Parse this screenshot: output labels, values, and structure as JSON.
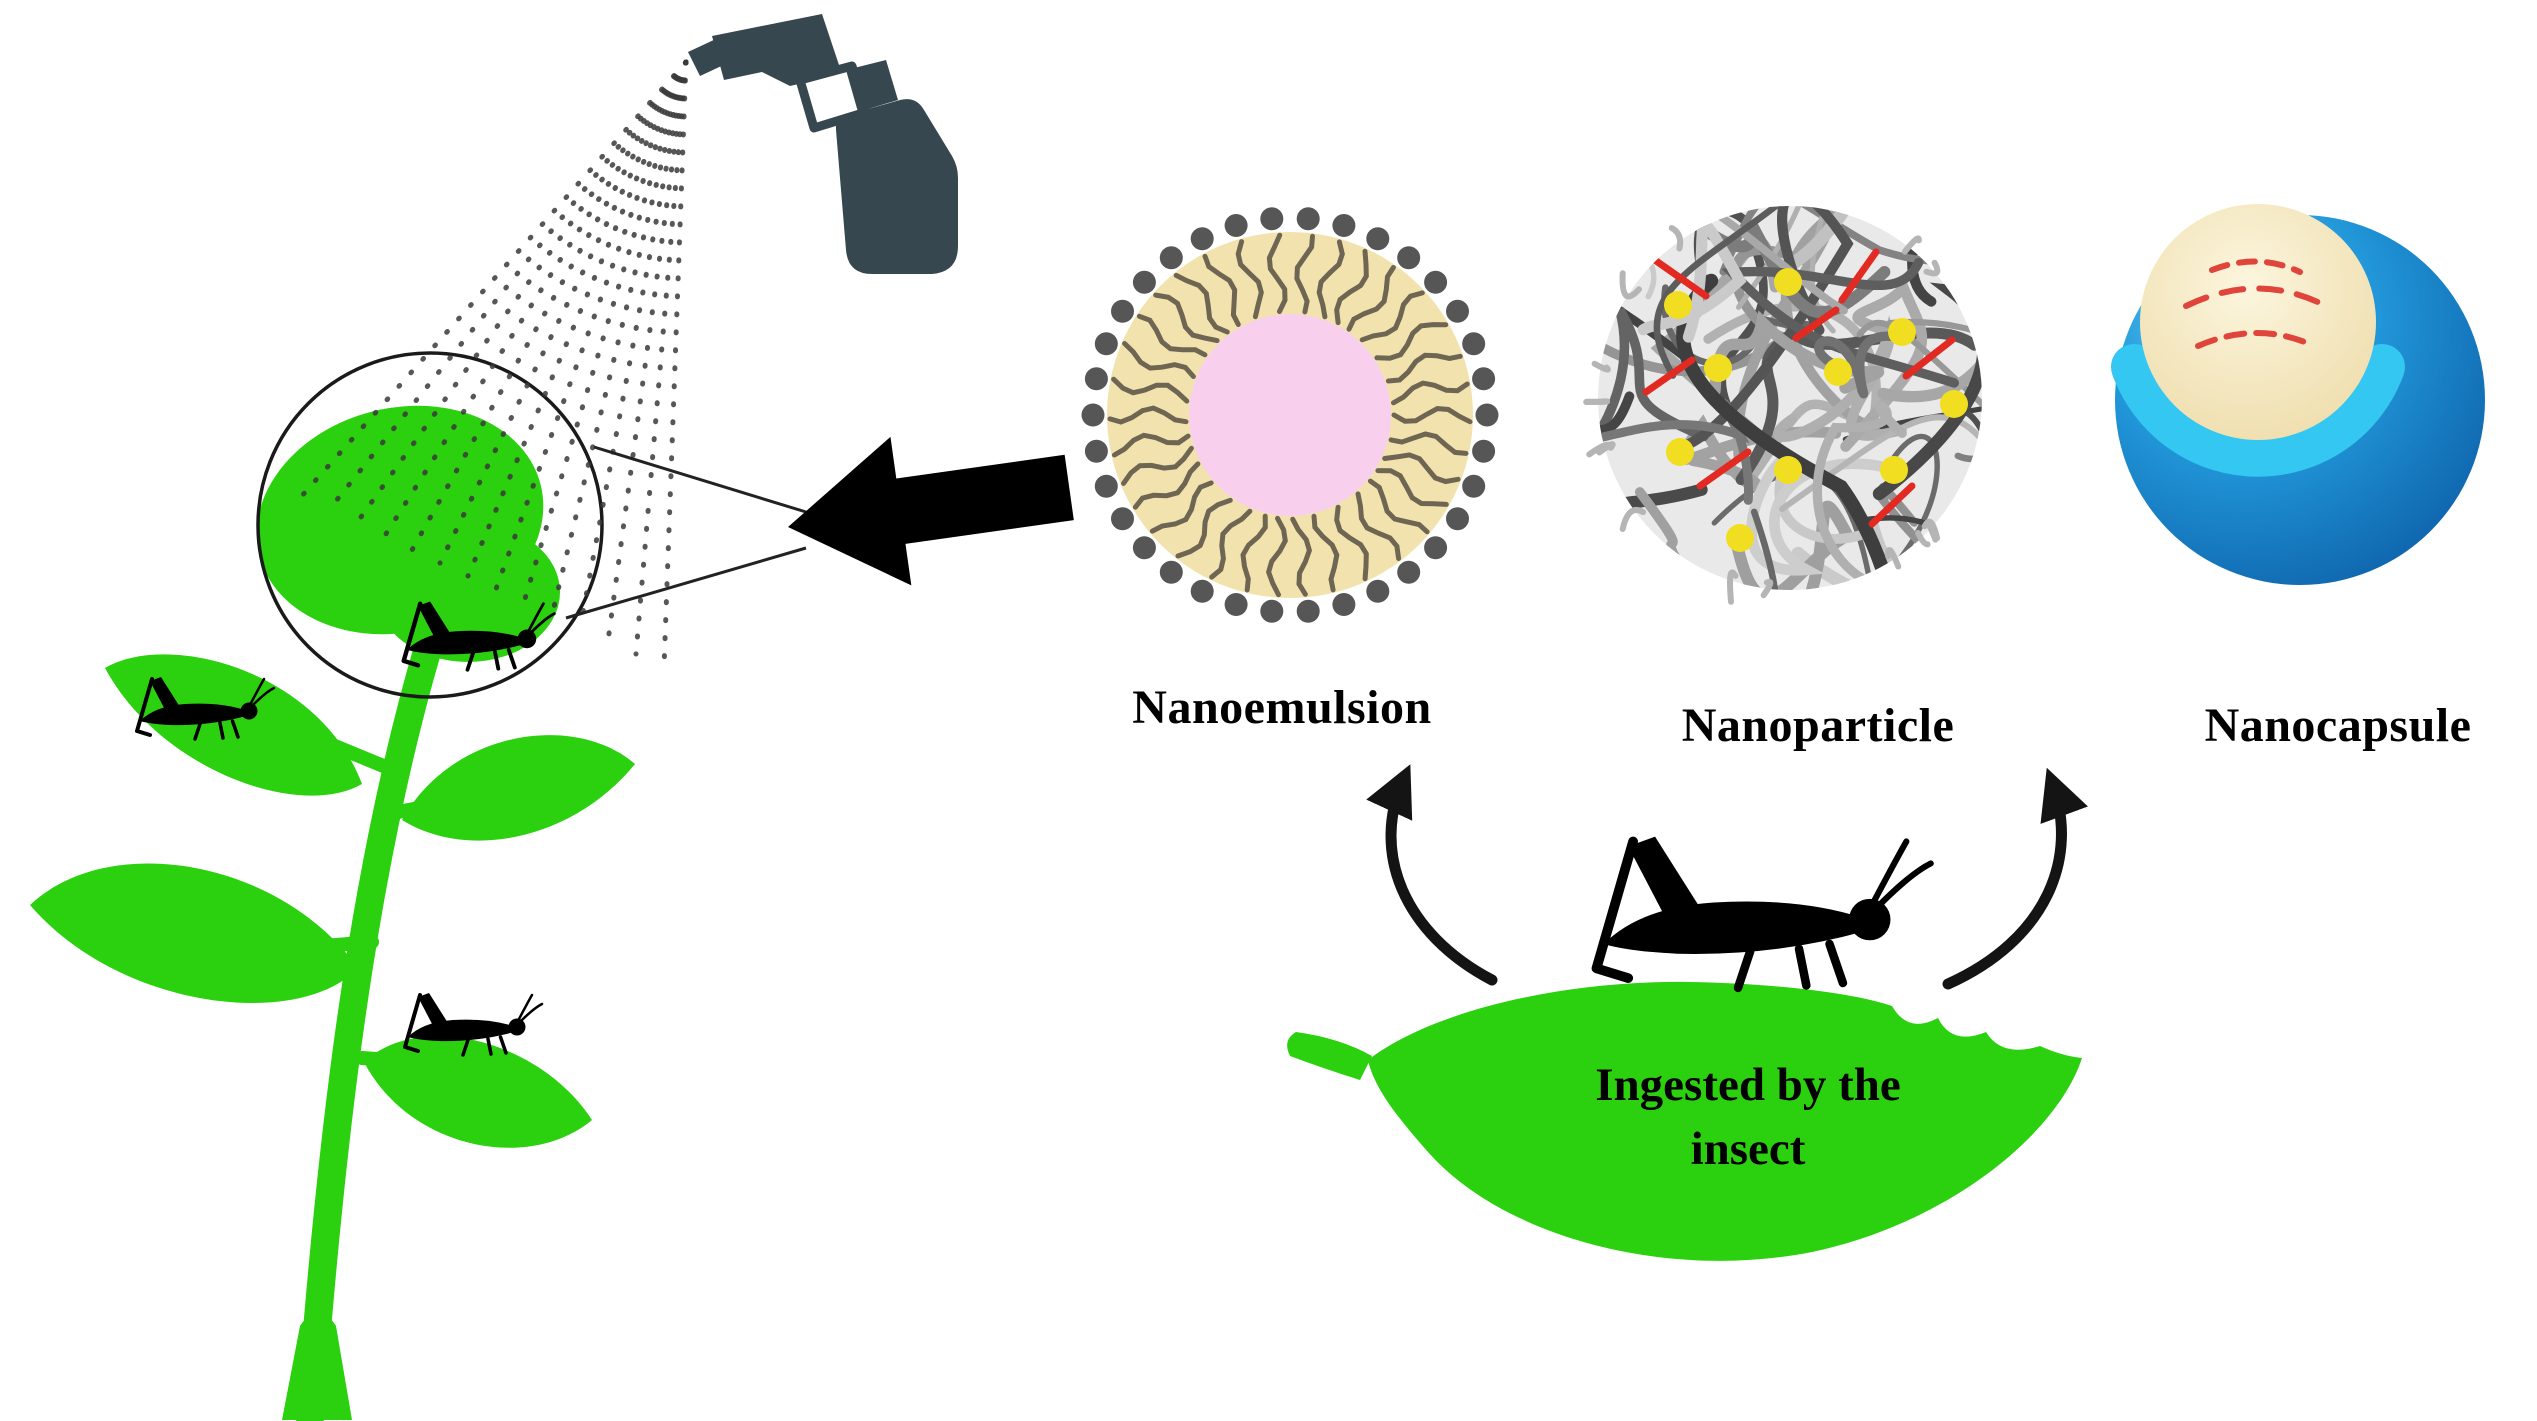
{
  "figure": {
    "type": "scientific-diagram",
    "topic": "Nanopesticide spray formulations ingested by insect"
  },
  "labels": {
    "nanoemulsion": "Nanoemulsion",
    "nanoparticle": "Nanoparticle",
    "nanocapsule": "Nanocapsule"
  },
  "caption": {
    "line1": "Ingested by the",
    "line2": "insect"
  },
  "icons": {
    "spray_bottle": "spray-bottle-icon",
    "spray_droplets": "spray-droplets-icon",
    "magnifier": "magnifier-circle-icon",
    "zoom_arrow": "left-block-arrow-icon",
    "plant": "plant-icon",
    "grasshopper": "grasshopper-icon",
    "nanoemulsion": "nanoemulsion-micelle-icon",
    "nanoparticle": "nanoparticle-sphere-icon",
    "nanocapsule": "nanocapsule-cutaway-icon",
    "bitten_leaf": "bitten-leaf-icon",
    "curved_up_arrows": "curved-up-arrow-icon"
  },
  "colors": {
    "background": "#ffffff",
    "plant_green": "#2bd00e",
    "spray_dark": "#37474f",
    "micelle_core_pink": "#f8d0ee",
    "micelle_corona_cream": "#f2e3ae",
    "micelle_head_gray": "#565656",
    "micelle_tail_gray": "#6e6652",
    "particle_base_gray": "#e9e9e9",
    "particle_yellow": "#f2de20",
    "particle_red": "#e32a22",
    "capsule_blue": "#1e8fd5",
    "capsule_core_cream": "#f7eecb",
    "capsule_cut_cyan": "#33c7f1",
    "arrow_black": "#000000",
    "text_black": "#000000"
  }
}
